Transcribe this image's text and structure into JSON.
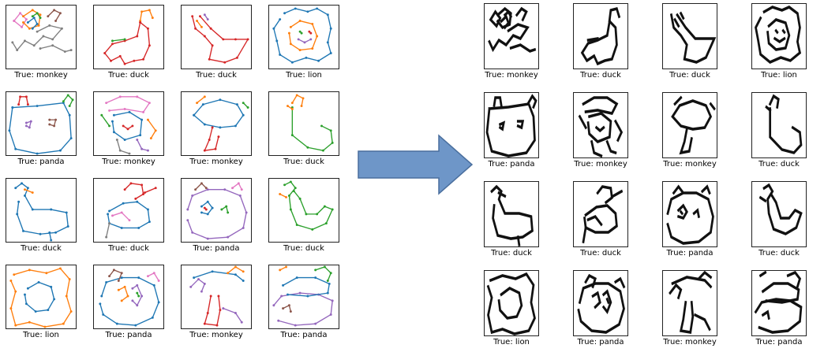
{
  "left_panel": {
    "label_prefix": "True: ",
    "items": [
      {
        "label": "True: monkey"
      },
      {
        "label": "True: duck"
      },
      {
        "label": "True: duck"
      },
      {
        "label": "True: lion"
      },
      {
        "label": "True: panda"
      },
      {
        "label": "True: monkey"
      },
      {
        "label": "True: monkey"
      },
      {
        "label": "True: duck"
      },
      {
        "label": "True: duck"
      },
      {
        "label": "True: duck"
      },
      {
        "label": "True: panda"
      },
      {
        "label": "True: duck"
      },
      {
        "label": "True: lion"
      },
      {
        "label": "True: panda"
      },
      {
        "label": "True: monkey"
      },
      {
        "label": "True: panda"
      }
    ]
  },
  "right_panel": {
    "items": [
      {
        "label": "True: monkey"
      },
      {
        "label": "True: duck"
      },
      {
        "label": "True: duck"
      },
      {
        "label": "True: lion"
      },
      {
        "label": "True: panda"
      },
      {
        "label": "True: monkey"
      },
      {
        "label": "True: monkey"
      },
      {
        "label": "True: duck"
      },
      {
        "label": "True: duck"
      },
      {
        "label": "True: duck"
      },
      {
        "label": "True: panda"
      },
      {
        "label": "True: duck"
      },
      {
        "label": "True: lion"
      },
      {
        "label": "True: panda"
      },
      {
        "label": "True: monkey"
      },
      {
        "label": "True: panda"
      }
    ]
  },
  "colors": {
    "stroke_blue": "#1f77b4",
    "stroke_orange": "#ff7f0e",
    "stroke_green": "#2ca02c",
    "stroke_red": "#d62728",
    "stroke_purple": "#9467bd",
    "stroke_brown": "#8c564b",
    "stroke_pink": "#e377c2",
    "stroke_gray": "#7f7f7f",
    "arrow_fill": "#6e96c8",
    "arrow_stroke": "#4a6f9e"
  }
}
